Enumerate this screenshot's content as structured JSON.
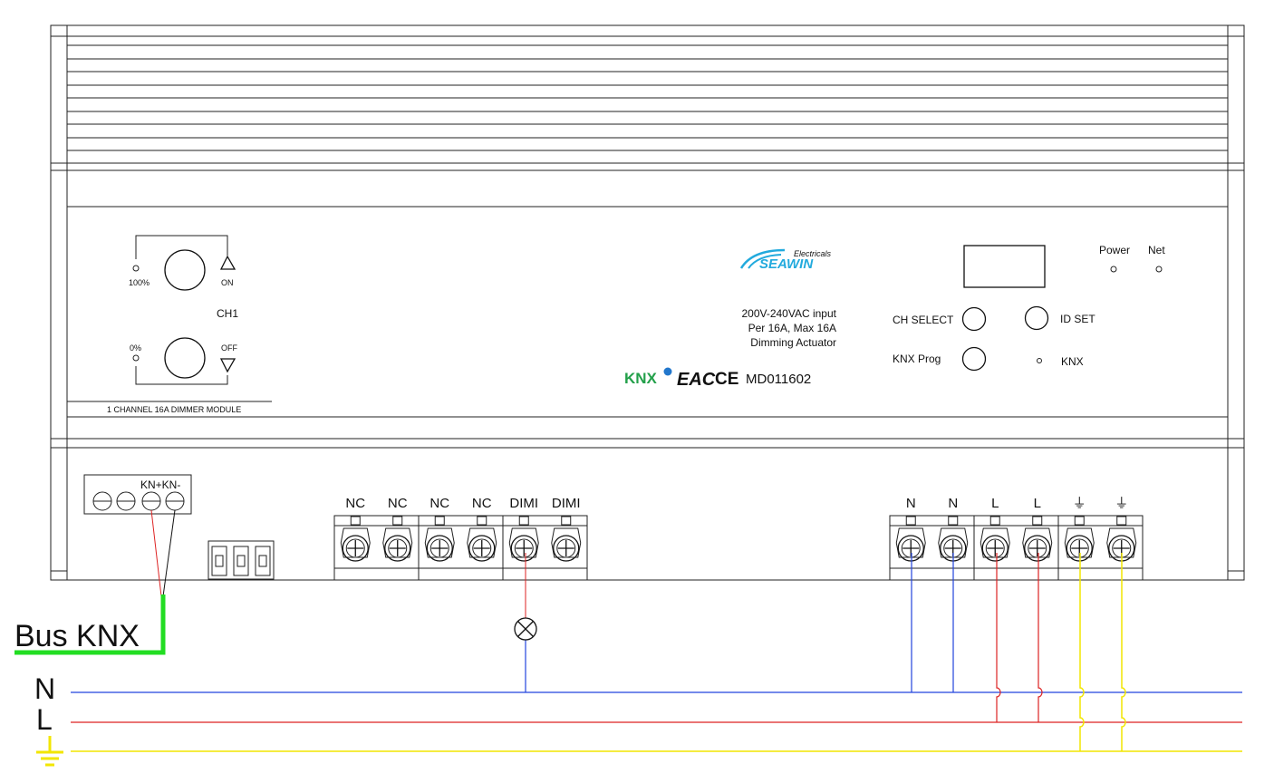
{
  "device": {
    "brand_small": "Electricals",
    "brand_name": "SEAWIN",
    "spec_line1": "200V-240VAC input",
    "spec_line2": "Per 16A, Max 16A",
    "spec_line3": "Dimming Actuator",
    "model": "MD011602",
    "module_caption": "1 CHANNEL  16A DIMMER MODULE",
    "cert_knx": "KNX",
    "cert_eac": "EAC",
    "cert_ce": "CE"
  },
  "channel": {
    "name": "CH1",
    "level_high": "100%",
    "level_low": "0%",
    "on_label": "ON",
    "off_label": "OFF"
  },
  "controls": {
    "ch_select": "CH SELECT",
    "id_set": "ID SET",
    "knx_prog": "KNX Prog",
    "knx_led": "KNX",
    "power_led": "Power",
    "net_led": "Net"
  },
  "terminals": {
    "bus_labels": "KN+KN-",
    "left": [
      "NC",
      "NC",
      "NC",
      "NC",
      "DIMI",
      "DIMI"
    ],
    "right": [
      "N",
      "N",
      "L",
      "L",
      "⏚",
      "⏚"
    ]
  },
  "wiring": {
    "bus": "Bus KNX",
    "neutral": "N",
    "line": "L",
    "colors": {
      "bus": "#22dd22",
      "neutral": "#2244dd",
      "line": "#dd2222",
      "earth": "#f2e600",
      "knx_red": "#dd2222",
      "knx_black": "#111111"
    }
  }
}
